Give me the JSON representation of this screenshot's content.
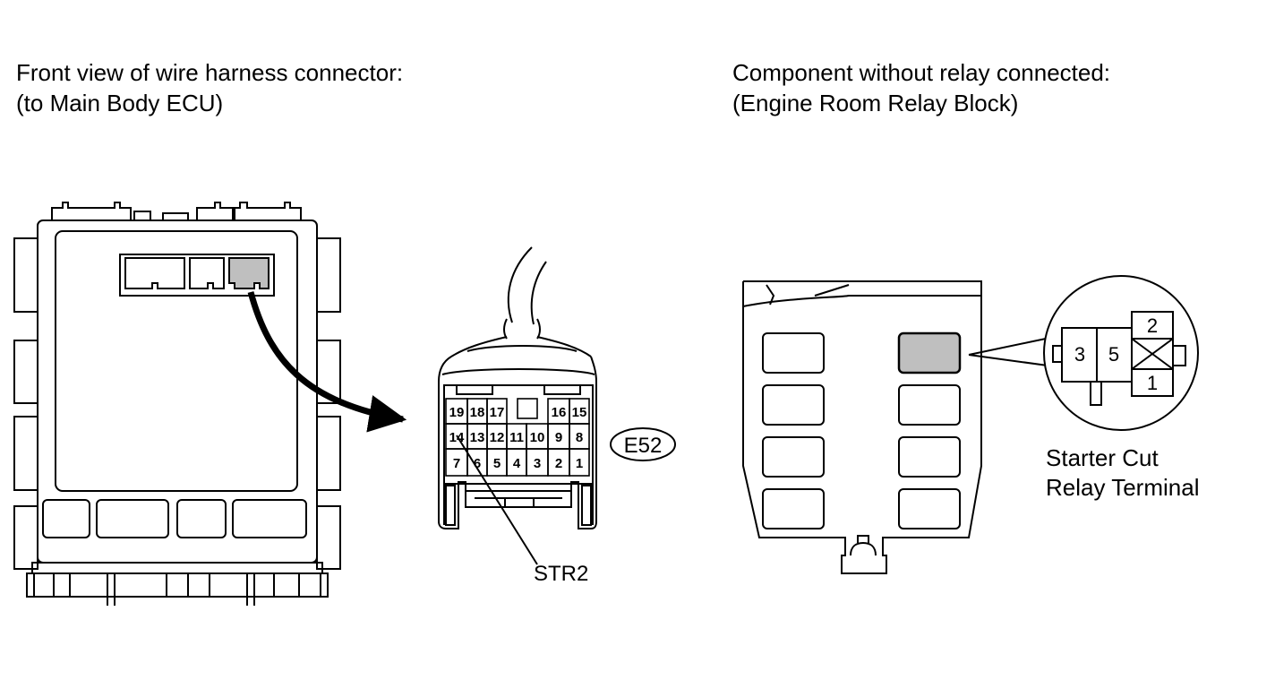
{
  "left_caption": {
    "line1": "Front view of wire harness connector:",
    "line2": "(to Main Body ECU)"
  },
  "right_caption": {
    "line1": "Component without relay connected:",
    "line2": "(Engine Room Relay Block)"
  },
  "connector": {
    "code": "E52",
    "terminal_label": "STR2",
    "pins": [
      "19",
      "18",
      "17",
      "16",
      "15",
      "14",
      "13",
      "12",
      "11",
      "10",
      "9",
      "8",
      "7",
      "6",
      "5",
      "4",
      "3",
      "2",
      "1"
    ]
  },
  "relay_terminal": {
    "pins": [
      "3",
      "5",
      "2",
      "1"
    ],
    "label_line1": "Starter Cut",
    "label_line2": "Relay Terminal"
  },
  "colors": {
    "highlight": "#bfbfbf",
    "line": "#000000"
  }
}
